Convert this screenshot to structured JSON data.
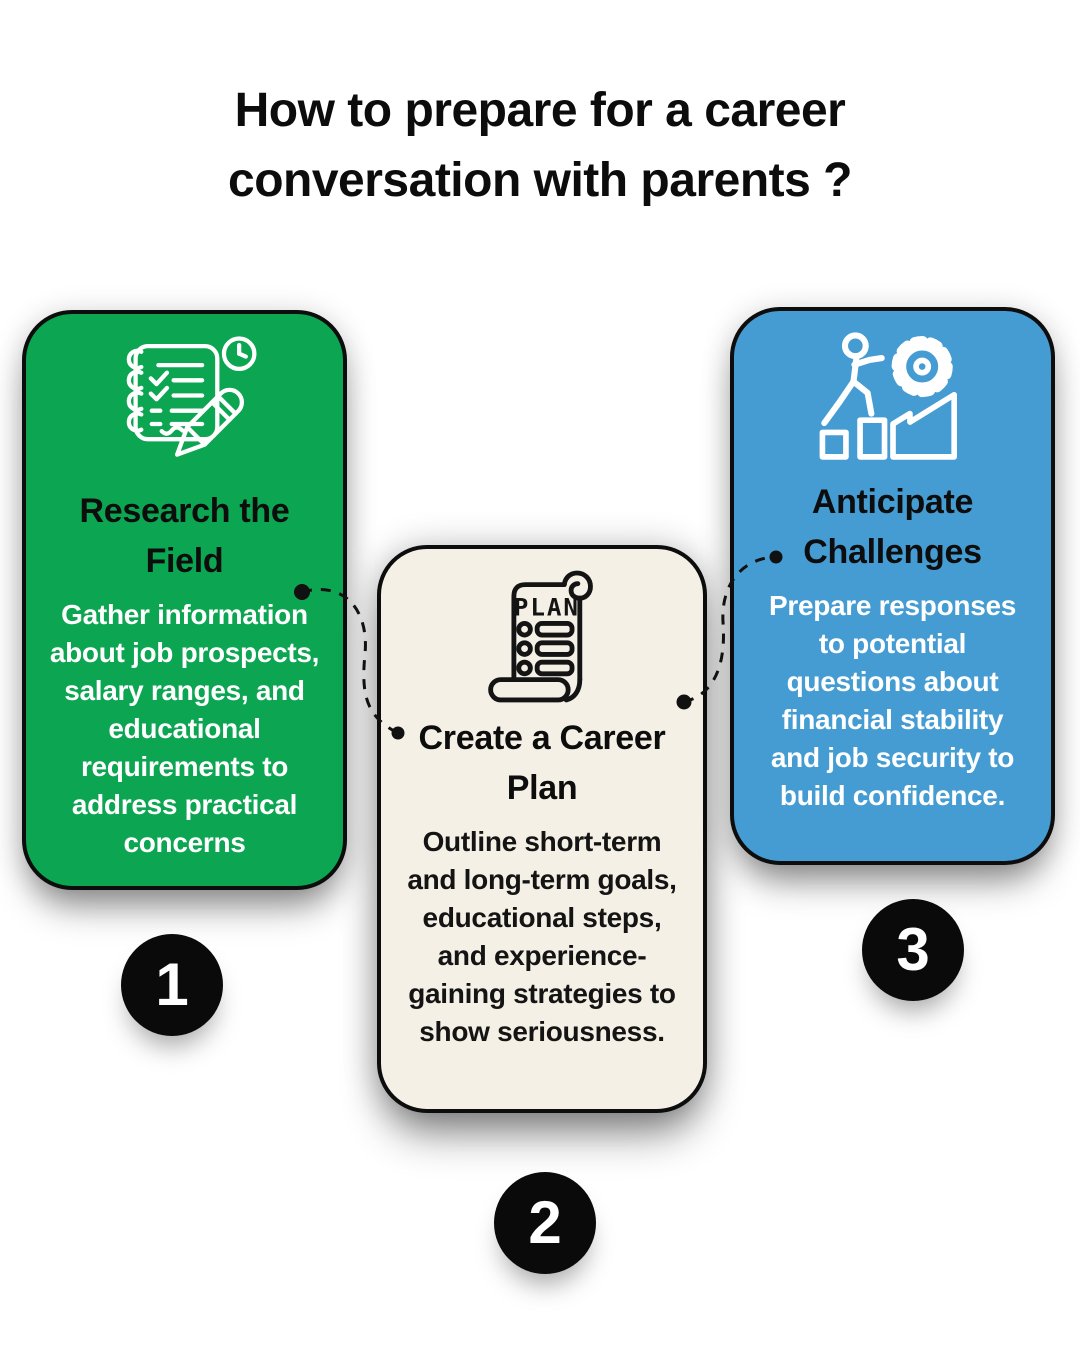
{
  "page": {
    "title": "How to prepare for a career\nconversation with parents ?"
  },
  "colors": {
    "title": "#0c0c0c",
    "card_border": "#0d0d0d",
    "card_title_text": "#0d0d0d",
    "card1_bg": "#0ca551",
    "card2_bg": "#f5f0e6",
    "card3_bg": "#459cd2",
    "card1_text": "#ffffff",
    "card2_text": "#141414",
    "card3_text": "#ffffff",
    "card1_icon": "#ffffff",
    "card2_icon": "#141414",
    "card3_icon": "#ffffff",
    "badge_bg": "#0a0a0a",
    "badge_text": "#ffffff",
    "connector": "#111111"
  },
  "steps": [
    {
      "number": "1",
      "icon": "notepad-checklist-pencil-clock-icon",
      "title": "Research the\nField",
      "description": "Gather information\nabout job prospects,\nsalary ranges, and\neducational\nrequirements to\naddress practical\nconcerns"
    },
    {
      "number": "2",
      "icon": "plan-scroll-icon",
      "icon_label": "PLAN",
      "title": "Create a Career\nPlan",
      "description": "Outline short-term\nand long-term goals,\neducational steps,\nand experience-\ngaining strategies to\nshow seriousness."
    },
    {
      "number": "3",
      "icon": "person-climbing-steps-gear-icon",
      "title": "Anticipate\nChallenges",
      "description": "Prepare responses\nto potential\nquestions about\nfinancial stability\nand job security to\nbuild confidence."
    }
  ]
}
